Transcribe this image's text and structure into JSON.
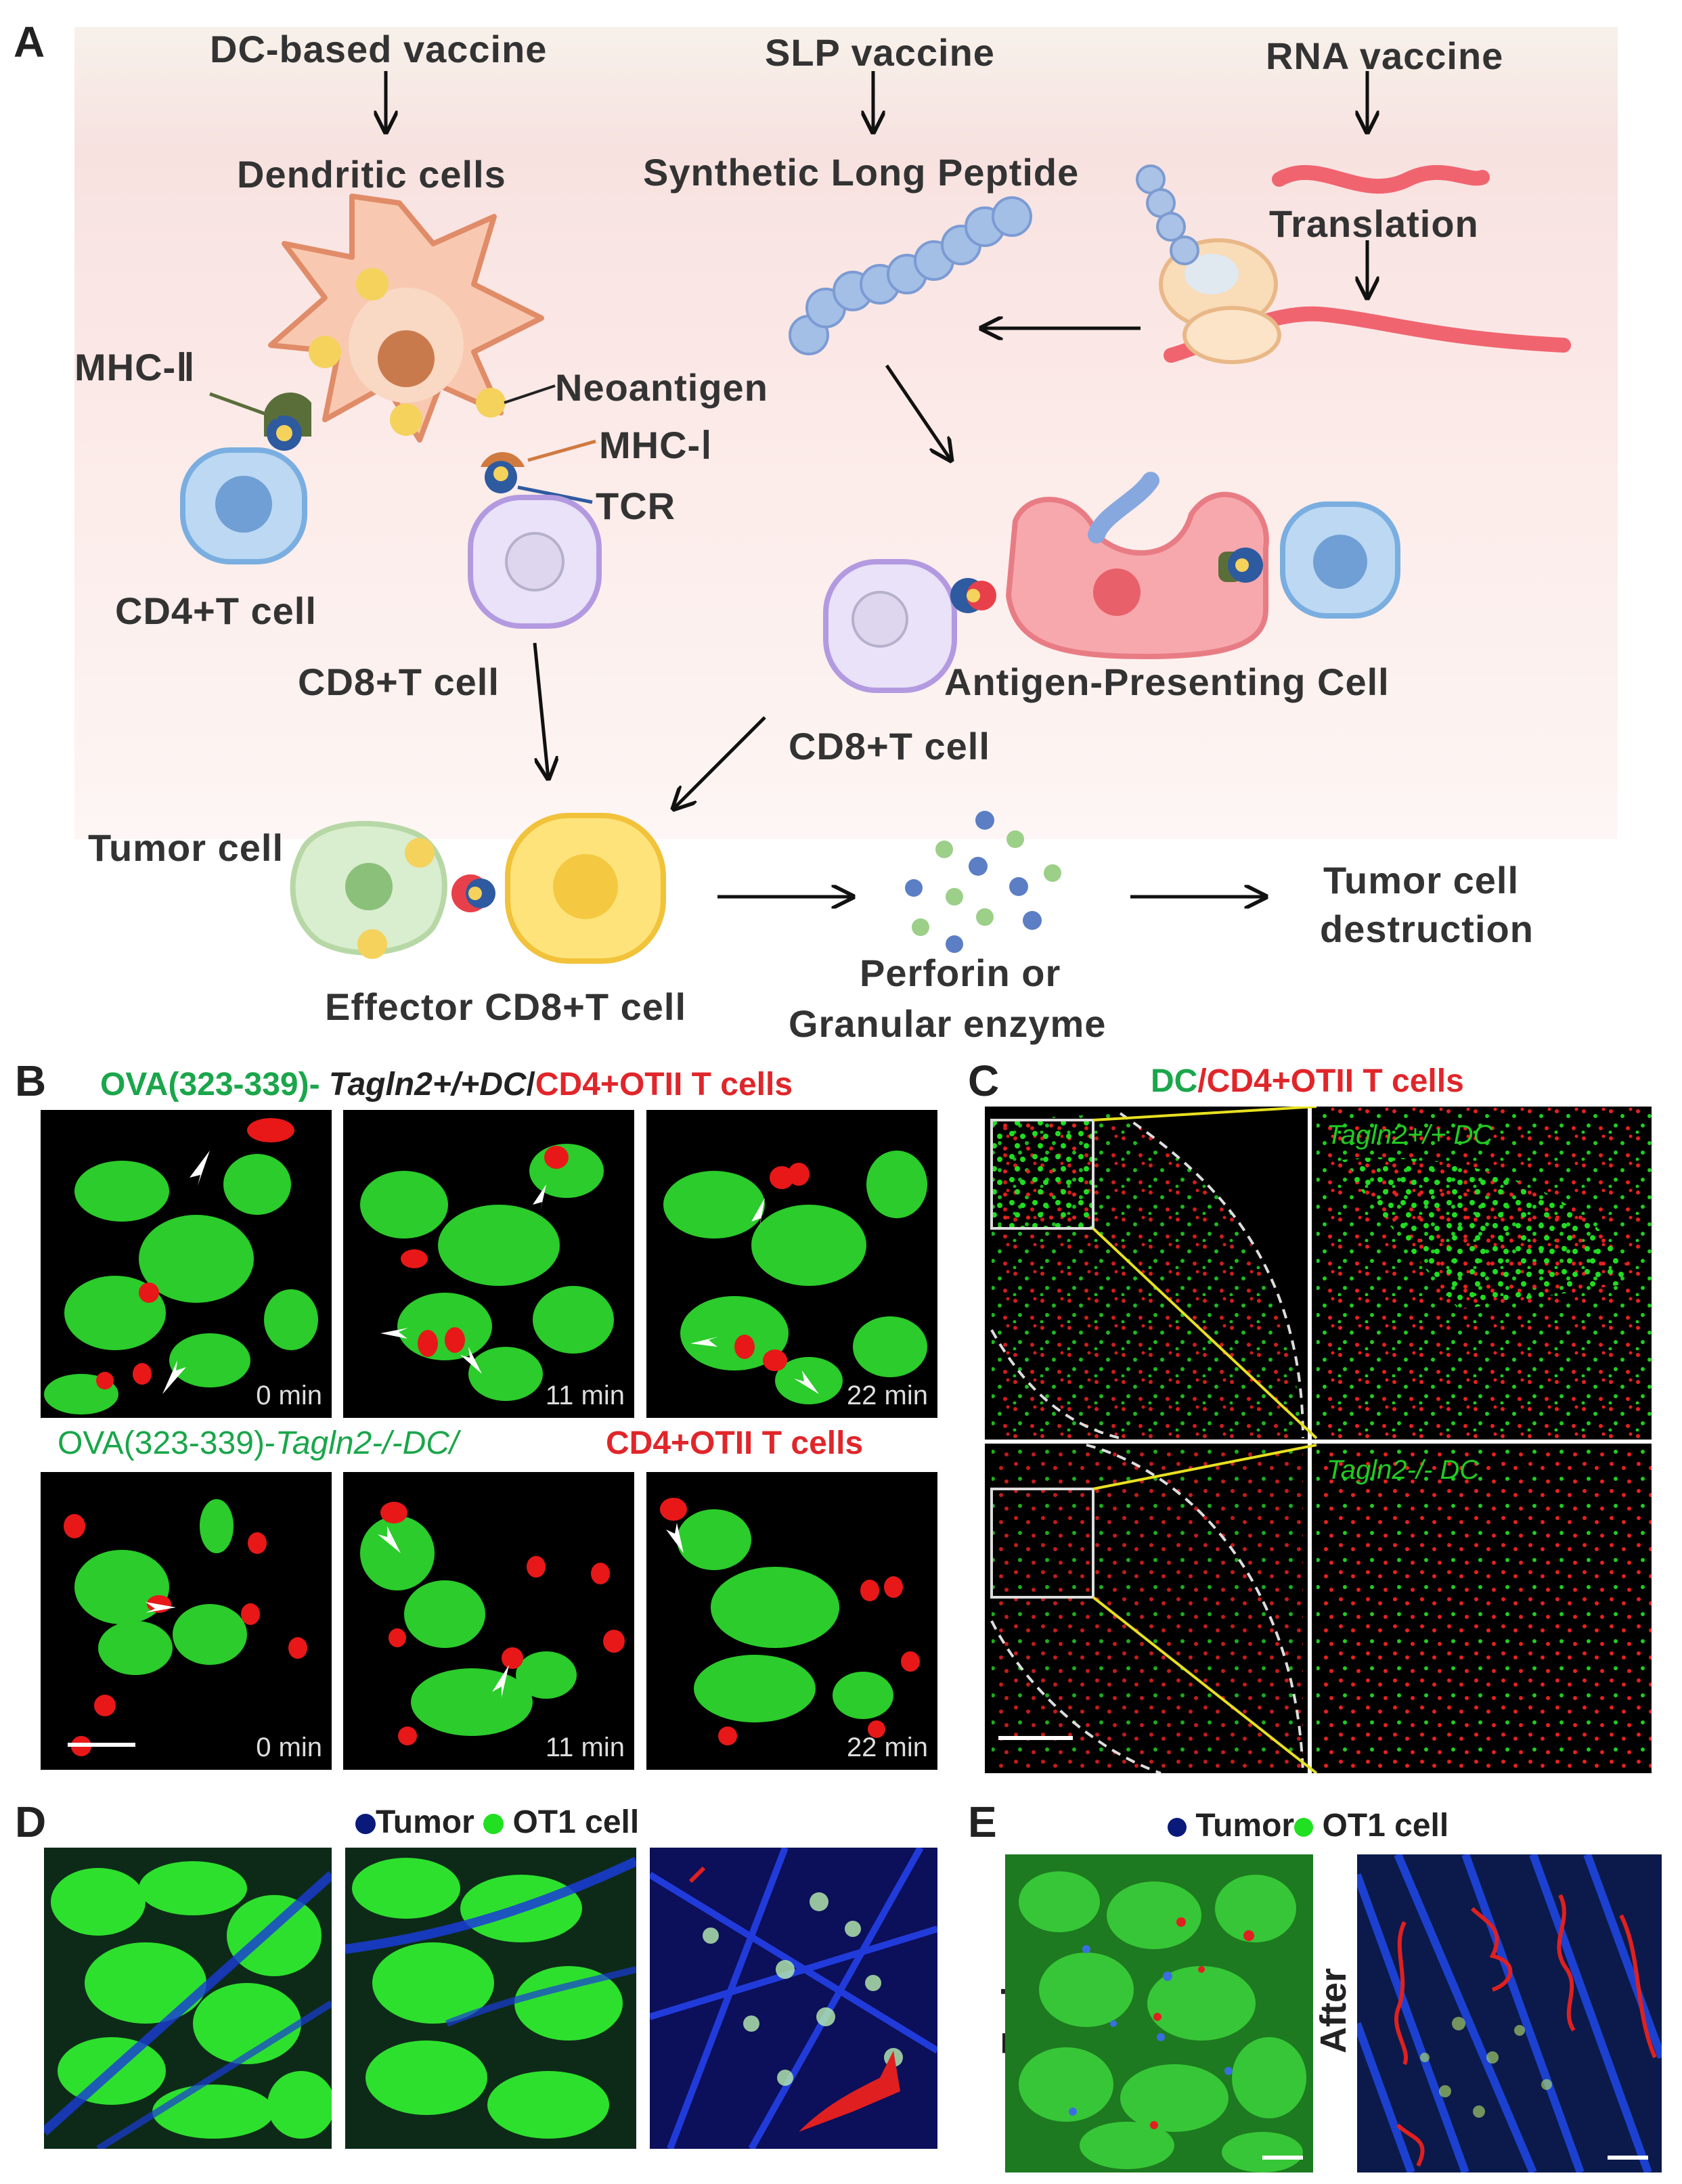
{
  "panels": {
    "A": {
      "letter": "A",
      "dc_vaccine": "DC-based vaccine",
      "slp_vaccine": "SLP vaccine",
      "rna_vaccine": "RNA vaccine",
      "dendritic_cells": "Dendritic cells",
      "synthetic_long_peptide": "Synthetic Long Peptide",
      "translation": "Translation",
      "mhc2": "MHC-Ⅱ",
      "neoantigen": "Neoantigen",
      "mhc1": "MHC-Ⅰ",
      "tcr": "TCR",
      "cd4_t_cell": "CD4+T cell",
      "cd8_t_cell_left": "CD8+T cell",
      "apc": "Antigen-Presenting Cell",
      "cd8_t_cell_right": "CD8+T cell",
      "tumor_cell": "Tumor cell",
      "effector": "Effector CD8+T cell",
      "perforin_line1": "Perforin or",
      "perforin_line2": "Granular enzyme",
      "destruction_line1": "Tumor cell",
      "destruction_line2": "destruction"
    },
    "B": {
      "letter": "B",
      "top_caption_green": "OVA(323-339)- ",
      "top_caption_italic": "Tagln2+/+DC",
      "top_caption_slash": "/",
      "top_caption_red": "CD4+OTII T cells",
      "bottom_caption_green": "OVA(323-339)-",
      "bottom_caption_italic": "Tagln2-/-DC/",
      "bottom_caption_red": "CD4+OTII T cells",
      "timestamps": [
        "0 min",
        "11 min",
        "22 min"
      ]
    },
    "C": {
      "letter": "C",
      "caption_green": "DC",
      "caption_red": "/CD4+OTII T cells",
      "top_label": "Tagln2+/+ DC",
      "bottom_label": "Tagln2-/- DC"
    },
    "D": {
      "letter": "D",
      "legend_tumor": "Tumor",
      "legend_ot1": "OT1 cell"
    },
    "E": {
      "letter": "E",
      "legend_tumor": "Tumor",
      "legend_ot1": "OT1 cell",
      "early": "Early",
      "after": "After"
    }
  },
  "colors": {
    "green": "#1aa64a",
    "red": "#e0262a",
    "tumor_blue": "#0a1a7a",
    "ot1_green": "#21e021"
  }
}
